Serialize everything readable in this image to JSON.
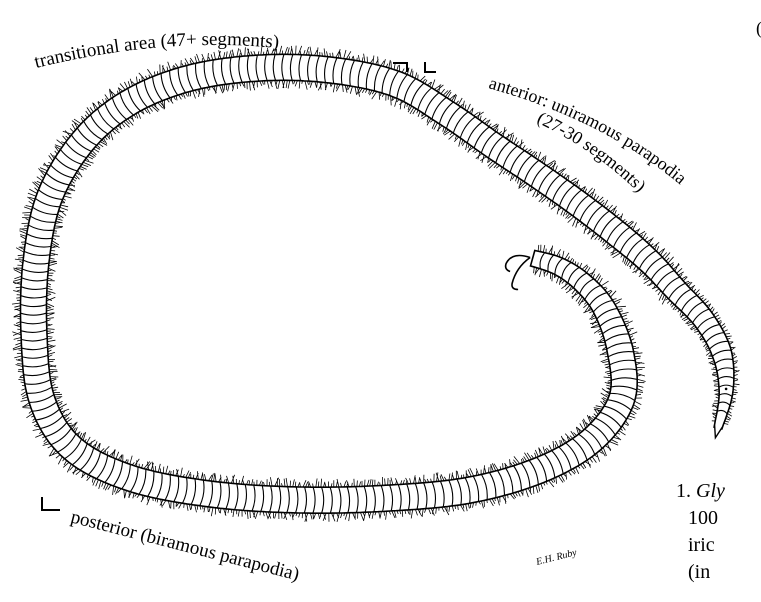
{
  "labels": {
    "transitional": "transitional area  (47+ segments)",
    "anterior_line1": "anterior: uniramous parapodia",
    "anterior_line2": "(27-30 segments)",
    "posterior": "posterior (biramous parapodia)",
    "signature": "E.H. Ruby"
  },
  "caption": {
    "number": "1.",
    "genus_fragment": "Gly",
    "line2": "100",
    "line3": "iric",
    "line4": "(in"
  },
  "corner_fragment": "(",
  "colors": {
    "ink": "#000000",
    "paper": "#ffffff"
  }
}
